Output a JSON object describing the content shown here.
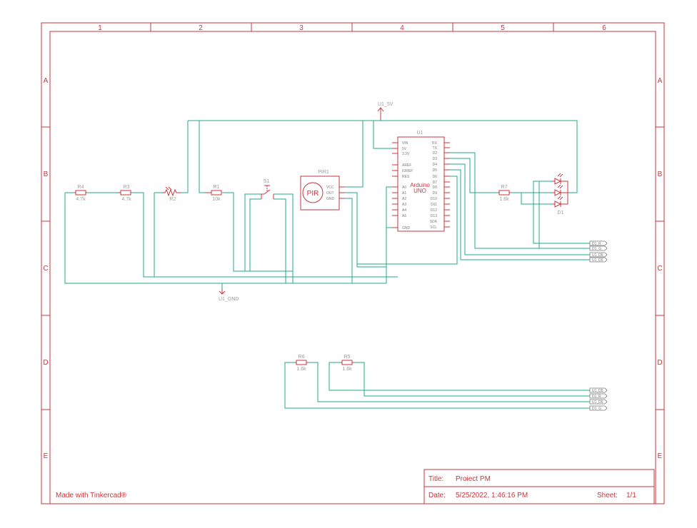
{
  "colors": {
    "frame": "#c8363c",
    "wire": "#22a884",
    "label": "#9a9a9a",
    "pin": "#7a7a7a"
  },
  "border": {
    "cols": [
      "1",
      "2",
      "3",
      "4",
      "5",
      "6"
    ],
    "rows": [
      "A",
      "B",
      "C",
      "D",
      "E"
    ]
  },
  "power": {
    "vcc_label": "U1_5V",
    "gnd_label": "U1_GND"
  },
  "components": {
    "r4": {
      "ref": "R4",
      "value": "4.7k"
    },
    "r3": {
      "ref": "R3",
      "value": "4.7k"
    },
    "r2": {
      "ref": "R2"
    },
    "r1": {
      "ref": "R1",
      "value": "10k"
    },
    "s1": {
      "ref": "S1"
    },
    "pir": {
      "ref": "PIR1",
      "body": "PIR",
      "pins": [
        "VCC",
        "OUT",
        "GND"
      ]
    },
    "r7": {
      "ref": "R7",
      "value": "1.6k"
    },
    "d1": {
      "ref": "D1"
    },
    "r6": {
      "ref": "R6",
      "value": "1.6k"
    },
    "r5": {
      "ref": "R5",
      "value": "1.6k"
    }
  },
  "arduino": {
    "ref": "U1",
    "name_line1": "Arduino",
    "name_line2": "UNO",
    "left_pins": [
      "VIN",
      "5V",
      "3.3V",
      "AREF",
      "IOREF",
      "RES",
      "A0",
      "A1",
      "A2",
      "A3",
      "A4",
      "A5",
      "GND"
    ],
    "right_pins": [
      "RX",
      "TX",
      "D2",
      "D3",
      "D4",
      "D5",
      "D6",
      "D7",
      "D8",
      "D9",
      "D10",
      "D11",
      "D12",
      "D13",
      "SDA",
      "SCL"
    ]
  },
  "net_tags_top": [
    "D1_R",
    "D1_G",
    "U1_D5",
    "U1_D6"
  ],
  "net_tags_bottom": [
    "U1_D5",
    "D1_R",
    "U1_D6",
    "D1_G"
  ],
  "credit": "Made with Tinkercad®",
  "title_block": {
    "title_label": "Title:",
    "title_value": "Proiect PM",
    "date_label": "Date:",
    "date_value": "5/25/2022, 1:46:16 PM",
    "sheet_label": "Sheet:",
    "sheet_value": "1/1"
  }
}
